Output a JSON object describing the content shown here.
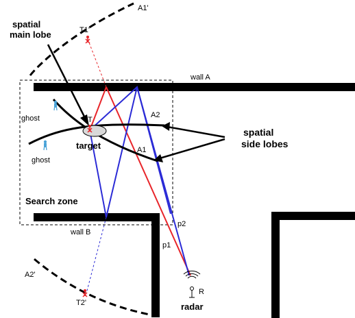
{
  "labels": {
    "a1_prime": "A1'",
    "t1_prime": "T1'",
    "main_lobe_line1": "spatial",
    "main_lobe_line2": "main lobe",
    "wall_a": "wall A",
    "ghost_upper": "ghost",
    "ghost_lower": "ghost",
    "target_marker": "T",
    "target": "target",
    "a2": "A2",
    "a1": "A1",
    "side_lobes_line1": "spatial",
    "side_lobes_line2": "side lobes",
    "search_zone": "Search zone",
    "wall_b": "wall B",
    "p2": "p2",
    "p1": "p1",
    "a2_prime": "A2'",
    "t2_prime": "T2'",
    "radar_marker": "R",
    "radar": "radar"
  },
  "colors": {
    "direct_path": "#e8252a",
    "multipath": "#2b2bd6",
    "wall": "#000000",
    "ghost_icon": "#4aa3d8"
  },
  "icons": {
    "ghost_icon": "person-icon",
    "target_icon": "person-icon",
    "radar_icon": "radar-antenna-icon",
    "mirror_target_icon": "person-icon"
  }
}
